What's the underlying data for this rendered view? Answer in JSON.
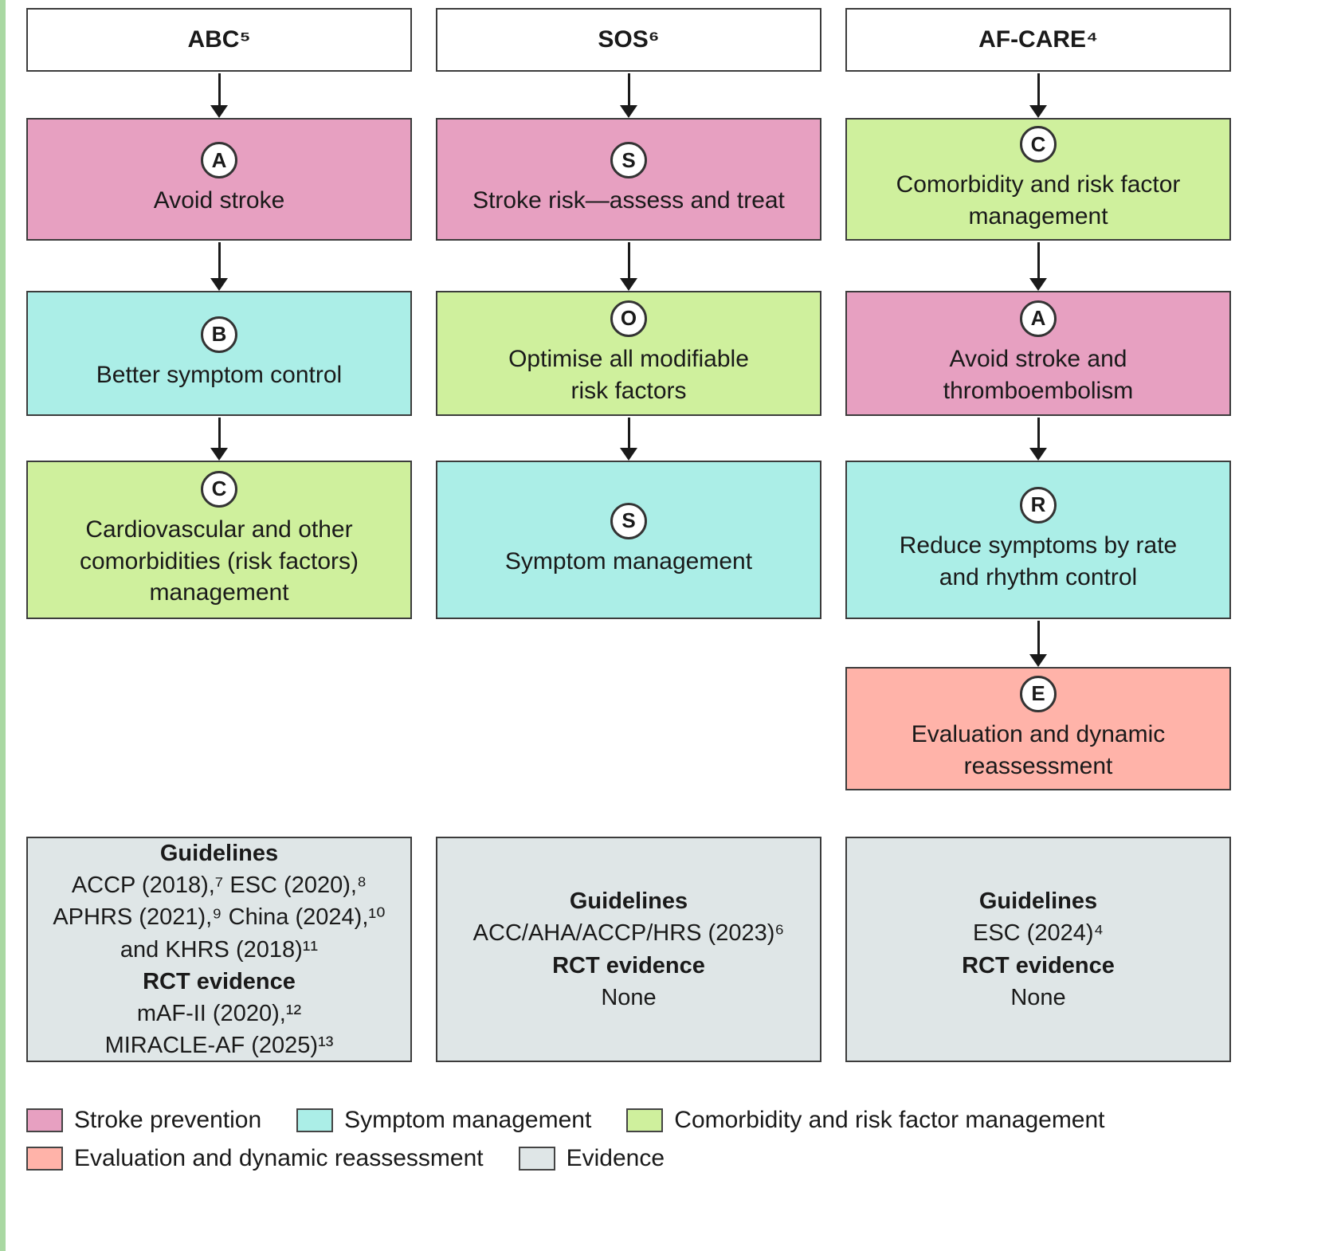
{
  "palette": {
    "stroke": "#e7a0c1",
    "symptom": "#abeee7",
    "comorbidity": "#cff09d",
    "evaluation": "#ffb3a9",
    "evidence": "#dfe6e7"
  },
  "columns": [
    {
      "header": "ABC⁵",
      "steps": [
        {
          "letter": "A",
          "text": "Avoid stroke",
          "category": "stroke"
        },
        {
          "letter": "B",
          "text": "Better symptom control",
          "category": "symptom"
        },
        {
          "letter": "C",
          "text": "Cardiovascular and other\ncomorbidities (risk factors)\nmanagement",
          "category": "comorbidity"
        }
      ],
      "evidence": {
        "guidelines_label": "Guidelines",
        "guidelines": "ACCP (2018),⁷ ESC (2020),⁸\nAPHRS (2021),⁹ China (2024),¹⁰\nand KHRS (2018)¹¹",
        "rct_label": "RCT evidence",
        "rct": "mAF-II (2020),¹²\nMIRACLE-AF (2025)¹³"
      }
    },
    {
      "header": "SOS⁶",
      "steps": [
        {
          "letter": "S",
          "text": "Stroke risk—assess and treat",
          "category": "stroke"
        },
        {
          "letter": "O",
          "text": "Optimise all modifiable\nrisk factors",
          "category": "comorbidity"
        },
        {
          "letter": "S",
          "text": "Symptom management",
          "category": "symptom"
        }
      ],
      "evidence": {
        "guidelines_label": "Guidelines",
        "guidelines": "ACC/AHA/ACCP/HRS (2023)⁶",
        "rct_label": "RCT evidence",
        "rct": "None"
      }
    },
    {
      "header": "AF-CARE⁴",
      "steps": [
        {
          "letter": "C",
          "text": "Comorbidity and risk factor\nmanagement",
          "category": "comorbidity"
        },
        {
          "letter": "A",
          "text": "Avoid stroke and\nthromboembolism",
          "category": "stroke"
        },
        {
          "letter": "R",
          "text": "Reduce symptoms by rate\nand rhythm control",
          "category": "symptom"
        },
        {
          "letter": "E",
          "text": "Evaluation and dynamic\nreassessment",
          "category": "evaluation"
        }
      ],
      "evidence": {
        "guidelines_label": "Guidelines",
        "guidelines": "ESC (2024)⁴",
        "rct_label": "RCT evidence",
        "rct": "None"
      }
    }
  ],
  "legend": {
    "rows": [
      [
        {
          "label": "Stroke prevention",
          "category": "stroke"
        },
        {
          "label": "Symptom management",
          "category": "symptom"
        },
        {
          "label": "Comorbidity and risk factor management",
          "category": "comorbidity"
        }
      ],
      [
        {
          "label": "Evaluation and dynamic reassessment",
          "category": "evaluation"
        },
        {
          "label": "Evidence",
          "category": "evidence"
        }
      ]
    ]
  }
}
